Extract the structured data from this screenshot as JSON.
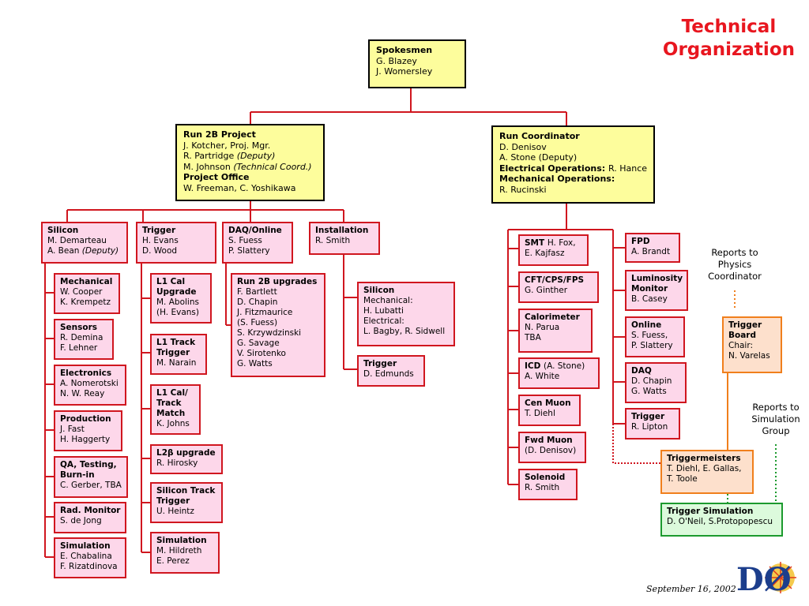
{
  "title": [
    "Technical",
    "Organization"
  ],
  "date": "September 16, 2002",
  "logo_text": "DØ",
  "notes": {
    "physics": [
      "Reports to",
      "Physics",
      "Coordinator"
    ],
    "simulation": [
      "Reports to",
      "Simulation",
      "Group"
    ]
  },
  "boxes": {
    "spokesmen": [
      {
        "b": "Spokesmen"
      },
      {
        "t": "G. Blazey"
      },
      {
        "t": "J. Womersley"
      }
    ],
    "run2b": [
      {
        "b": "Run 2B Project"
      },
      {
        "t": "J. Kotcher, Proj. Mgr."
      },
      {
        "t": "R. Partridge ",
        "i": "(Deputy)"
      },
      {
        "t": "M. Johnson ",
        "i": "(Technical Coord.)"
      },
      {
        "b": "Project Office"
      },
      {
        "t": "W. Freeman, C. Yoshikawa"
      }
    ],
    "runcoord": [
      {
        "b": "Run Coordinator"
      },
      {
        "t": "D. Denisov"
      },
      {
        "t": "A. Stone (Deputy)"
      },
      {
        "b": "Electrical Operations: ",
        "t": "R. Hance"
      },
      {
        "b": "Mechanical Operations:"
      },
      {
        "t": "R. Rucinski"
      }
    ],
    "silicon": [
      {
        "b": "Silicon"
      },
      {
        "t": "M. Demarteau"
      },
      {
        "t": "A. Bean ",
        "i": "(Deputy)"
      }
    ],
    "trigger": [
      {
        "b": "Trigger"
      },
      {
        "t": "H. Evans"
      },
      {
        "t": "D. Wood"
      }
    ],
    "daq": [
      {
        "b": "DAQ/Online"
      },
      {
        "t": "S. Fuess"
      },
      {
        "t": "P. Slattery"
      }
    ],
    "install": [
      {
        "b": "Installation"
      },
      {
        "t": "R. Smith"
      }
    ],
    "mech": [
      {
        "b": "Mechanical"
      },
      {
        "t": "W. Cooper"
      },
      {
        "t": "K. Krempetz"
      }
    ],
    "sensors": [
      {
        "b": "Sensors"
      },
      {
        "t": "R. Demina"
      },
      {
        "t": "F. Lehner"
      }
    ],
    "electronics": [
      {
        "b": "Electronics"
      },
      {
        "t": "A. Nomerotski"
      },
      {
        "t": "N. W. Reay"
      }
    ],
    "production": [
      {
        "b": "Production"
      },
      {
        "t": "J. Fast"
      },
      {
        "t": "H. Haggerty"
      }
    ],
    "qa": [
      {
        "b": "QA, Testing,"
      },
      {
        "b": "Burn-in"
      },
      {
        "t": "C. Gerber, TBA"
      }
    ],
    "radmon": [
      {
        "b": "Rad. Monitor"
      },
      {
        "t": "S. de Jong"
      }
    ],
    "simsi": [
      {
        "b": "Simulation"
      },
      {
        "t": "E. Chabalina"
      },
      {
        "t": "F. Rizatdinova"
      }
    ],
    "l1cal": [
      {
        "b": "L1 Cal"
      },
      {
        "b": "Upgrade"
      },
      {
        "t": "M. Abolins"
      },
      {
        "t": "(H. Evans)"
      }
    ],
    "l1track": [
      {
        "b": "L1 Track"
      },
      {
        "b": "Trigger"
      },
      {
        "t": "M. Narain"
      }
    ],
    "l1caltrack": [
      {
        "b": "L1 Cal/"
      },
      {
        "b": "Track"
      },
      {
        "b": "Match"
      },
      {
        "t": "K. Johns"
      }
    ],
    "l2beta": [
      {
        "b": "L2β upgrade"
      },
      {
        "t": "R. Hirosky"
      }
    ],
    "sitrack": [
      {
        "b": "Silicon Track"
      },
      {
        "b": "Trigger"
      },
      {
        "t": "U. Heintz"
      }
    ],
    "simtrig": [
      {
        "b": "Simulation"
      },
      {
        "t": "M. Hildreth"
      },
      {
        "t": "E. Perez"
      }
    ],
    "run2bup": [
      {
        "b": "Run 2B upgrades"
      },
      {
        "t": "F. Bartlett"
      },
      {
        "t": "D. Chapin"
      },
      {
        "t": "J. Fitzmaurice"
      },
      {
        "t": "(S. Fuess)"
      },
      {
        "t": "S. Krzywdzinski"
      },
      {
        "t": "G. Savage"
      },
      {
        "t": "V. Sirotenko"
      },
      {
        "t": "G. Watts"
      }
    ],
    "silinst": [
      {
        "b": "Silicon"
      },
      {
        "t": "Mechanical:"
      },
      {
        "t": "H. Lubatti"
      },
      {
        "t": "Electrical:"
      },
      {
        "t": "L. Bagby, R. Sidwell"
      }
    ],
    "triginst": [
      {
        "b": "Trigger"
      },
      {
        "t": "D. Edmunds"
      }
    ],
    "smt": [
      {
        "b": "SMT ",
        "t": "H. Fox,"
      },
      {
        "t": "E. Kajfasz"
      }
    ],
    "cft": [
      {
        "b": "CFT/CPS/FPS"
      },
      {
        "t": "G. Ginther"
      }
    ],
    "calor": [
      {
        "b": "Calorimeter"
      },
      {
        "t": "N. Parua"
      },
      {
        "t": "TBA"
      }
    ],
    "icd": [
      {
        "b": "ICD ",
        "t": "(A. Stone)"
      },
      {
        "t": "A. White"
      }
    ],
    "cenmuon": [
      {
        "b": "Cen Muon"
      },
      {
        "t": "T. Diehl"
      }
    ],
    "fwdmuon": [
      {
        "b": "Fwd Muon"
      },
      {
        "t": "(D. Denisov)"
      }
    ],
    "solenoid": [
      {
        "b": "Solenoid"
      },
      {
        "t": "R. Smith"
      }
    ],
    "fpd": [
      {
        "b": "FPD"
      },
      {
        "t": "A. Brandt"
      }
    ],
    "lumi": [
      {
        "b": "Luminosity"
      },
      {
        "b": "Monitor"
      },
      {
        "t": "B. Casey"
      }
    ],
    "online": [
      {
        "b": "Online"
      },
      {
        "t": "S. Fuess,"
      },
      {
        "t": "P. Slattery"
      }
    ],
    "daq2": [
      {
        "b": "DAQ"
      },
      {
        "t": "D. Chapin"
      },
      {
        "t": "G. Watts"
      }
    ],
    "trig2": [
      {
        "b": "Trigger"
      },
      {
        "t": "R. Lipton"
      }
    ],
    "trigboard": [
      {
        "b": "Trigger"
      },
      {
        "b": "Board"
      },
      {
        "t": "Chair:"
      },
      {
        "t": "N. Varelas"
      }
    ],
    "trigmeisters": [
      {
        "b": "Triggermeisters"
      },
      {
        "t": "T. Diehl, E. Gallas,"
      },
      {
        "t": "T. Toole"
      }
    ],
    "trigsim": [
      {
        "b": "Trigger Simulation"
      },
      {
        "t": "D. O'Neil, S.Protopopescu"
      }
    ]
  }
}
